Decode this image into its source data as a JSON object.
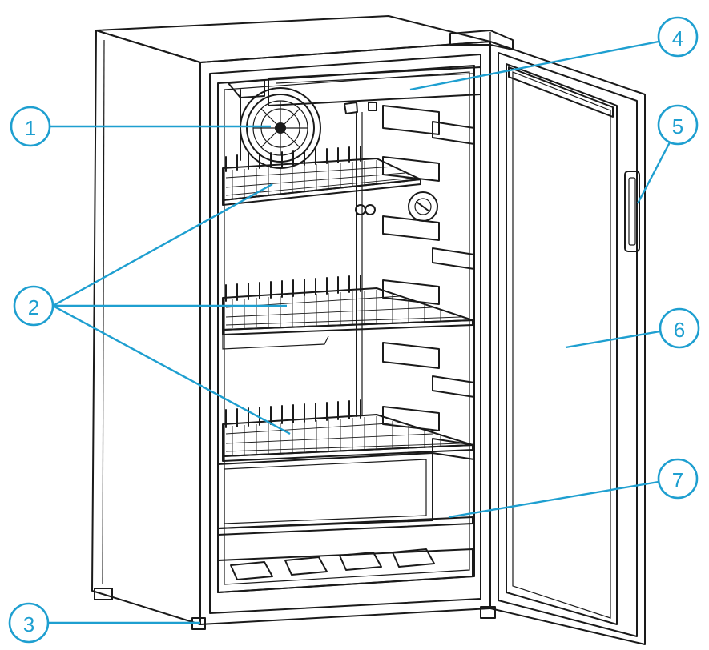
{
  "callouts": [
    {
      "id": "1",
      "label": "1"
    },
    {
      "id": "2",
      "label": "2"
    },
    {
      "id": "3",
      "label": "3"
    },
    {
      "id": "4",
      "label": "4"
    },
    {
      "id": "5",
      "label": "5"
    },
    {
      "id": "6",
      "label": "6"
    },
    {
      "id": "7",
      "label": "7"
    }
  ],
  "colors": {
    "accent": "#1e9fd0",
    "ink": "#1a1a1a",
    "background": "#ffffff"
  }
}
